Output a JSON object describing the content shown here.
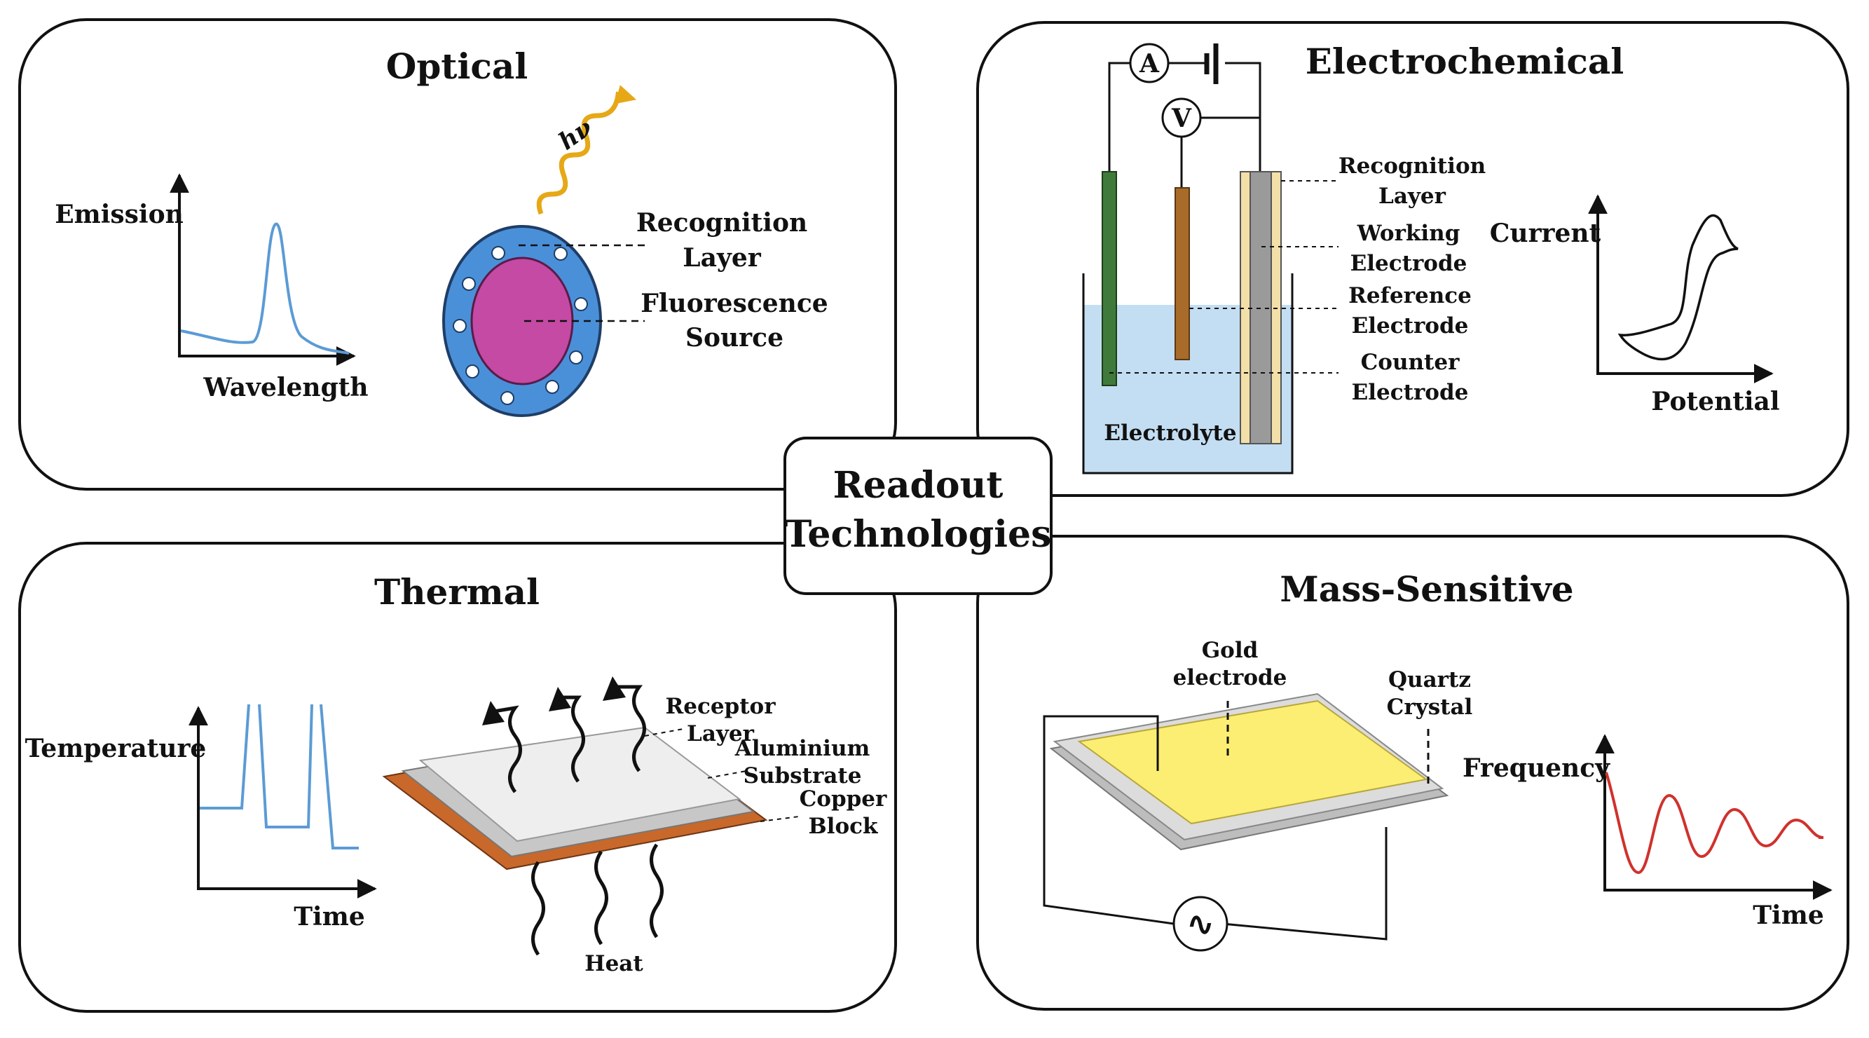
{
  "center_title": [
    "Readout",
    "Technologies"
  ],
  "panels": {
    "optical": {
      "title": "Optical",
      "y_axis": "Emission",
      "x_axis": "Wavelength",
      "photon": "hν",
      "labels": [
        "Recognition",
        "Layer",
        "Fluorescence",
        "Source"
      ]
    },
    "electrochemical": {
      "title": "Electrochemical",
      "ammeter": "A",
      "voltmeter": "V",
      "labels": [
        "Recognition",
        "Layer",
        "Working",
        "Electrode",
        "Reference",
        "Electrode",
        "Counter",
        "Electrode"
      ],
      "electrolyte": "Electrolyte",
      "y_axis": "Current",
      "x_axis": "Potential"
    },
    "thermal": {
      "title": "Thermal",
      "y_axis": "Temperature",
      "x_axis": "Time",
      "labels": [
        "Receptor",
        "Layer",
        "Aluminium",
        "Substrate",
        "Copper",
        "Block"
      ],
      "heat": "Heat"
    },
    "mass": {
      "title": "Mass-Sensitive",
      "labels": [
        "Gold",
        "electrode",
        "Quartz",
        "Crystal"
      ],
      "ac_source": "∿",
      "y_axis": "Frequency",
      "x_axis": "Time"
    }
  },
  "colors": {
    "recognition_ring": "#4a90d9",
    "fluorescence_core": "#c44aa3",
    "photon": "#e6a817",
    "electrolyte": "#c3def2",
    "counter_electrode": "#3f7a3a",
    "reference_electrode": "#a86b2a",
    "working_electrode": "#9a9a9a",
    "recognition_layer_electrochem": "#f3dfa8",
    "copper": "#c8682a",
    "aluminium": "#c7c7c7",
    "gold": "#fbee72",
    "plot_blue": "#5b9bd5",
    "plot_red": "#d0312d"
  }
}
